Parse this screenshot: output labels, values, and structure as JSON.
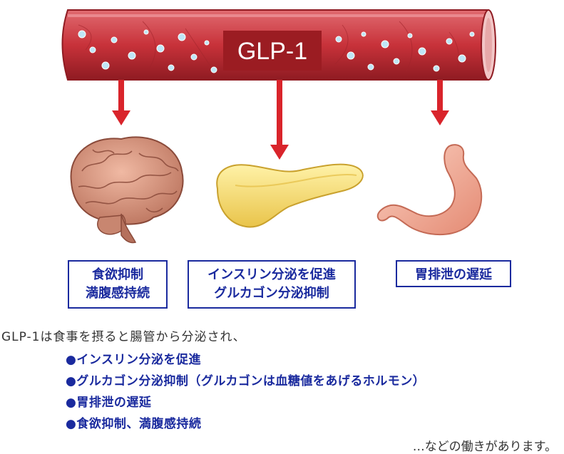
{
  "vessel_label": "GLP-1",
  "boxes": {
    "brain": [
      "食欲抑制",
      "満腹感持続"
    ],
    "pancreas": [
      "インスリン分泌を促進",
      "グルカゴン分泌抑制"
    ],
    "stomach": [
      "胃排泄の遅延"
    ]
  },
  "caption": {
    "intro": "GLP-1は食事を摂ると腸管から分泌され、",
    "effects": [
      "●インスリン分泌を促進",
      "●グルカゴン分泌抑制（グルカゴンは血糖値をあげるホルモン）",
      "●胃排泄の遅延",
      "●食欲抑制、満腹感持続"
    ],
    "outro": "…などの働きがあります。"
  },
  "colors": {
    "vessel": "#c8323a",
    "vessel_dark": "#8f1b22",
    "label_bg": "#9b1c22",
    "arrow": "#d9242b",
    "bubble": "#bfe6f7",
    "box_border": "#1a2a9e",
    "brain": "#d9967e",
    "pancreas": "#f7df72",
    "stomach": "#f2ab96"
  },
  "icons": [
    "blood-vessel",
    "brain-icon",
    "pancreas-icon",
    "stomach-icon"
  ]
}
